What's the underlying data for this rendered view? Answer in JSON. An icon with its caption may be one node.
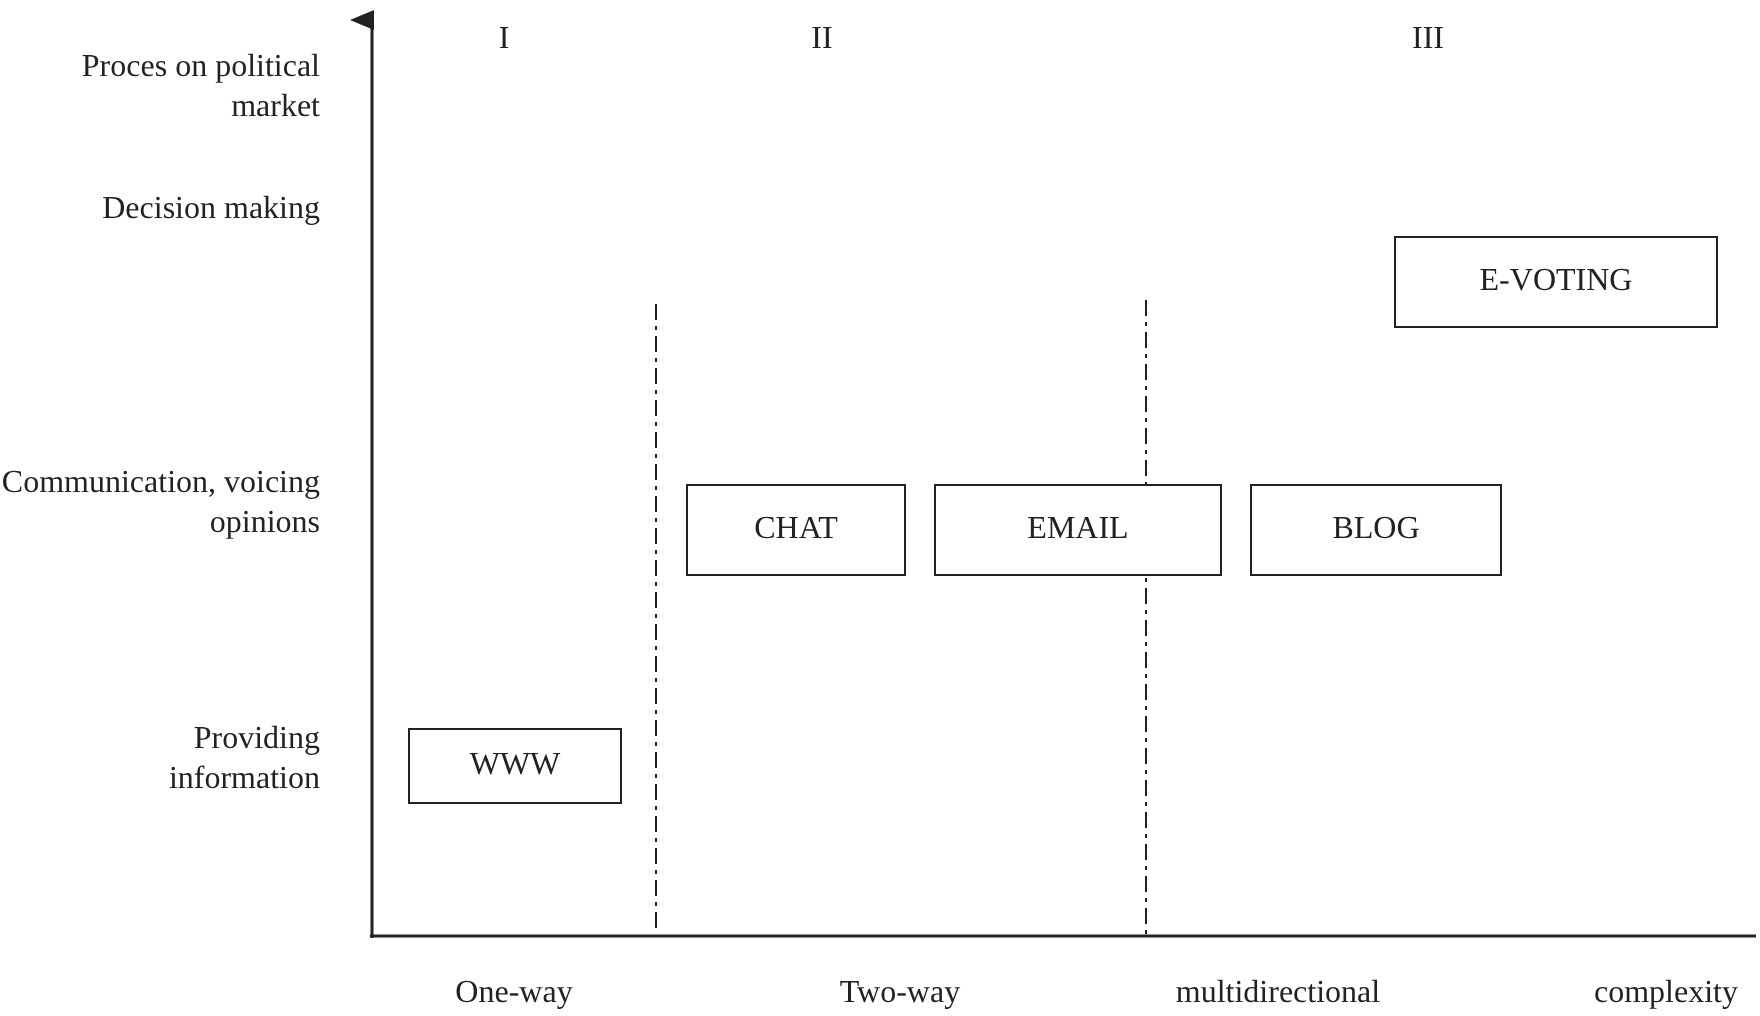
{
  "diagram": {
    "nodes": [
      {
        "text": [
          "WWW"
        ]
      },
      {
        "text": [
          "CHAT"
        ]
      },
      {
        "text": [
          "EMAIL"
        ]
      },
      {
        "text": [
          "BLOG"
        ]
      },
      {
        "text": [
          "E-VOTING"
        ]
      }
    ],
    "labels": [
      "Proces on political market",
      "I",
      "II",
      "III",
      "Decision making",
      "Communication, voicing opinions",
      "Providing information",
      "One-way",
      "Two-way",
      "multidirectional",
      "complexity"
    ]
  }
}
